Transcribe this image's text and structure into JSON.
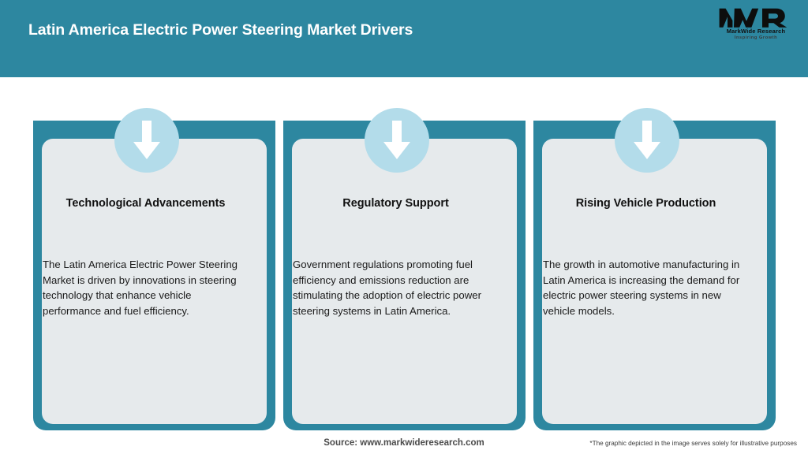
{
  "header": {
    "title": "Latin America Electric Power Steering Market Drivers",
    "background_color": "#2d87a0",
    "title_color": "#ffffff",
    "logo": {
      "mark": "MWR",
      "name": "MarkWide Research",
      "tagline": "Inspiring Growth"
    }
  },
  "theme": {
    "teal": "#2d87a0",
    "card_bg": "#e6eaec",
    "circle_blue": "#b3dcea",
    "arrow_white": "#ffffff"
  },
  "cards": [
    {
      "icon": "down-arrow-icon",
      "title": "Technological Advancements",
      "body": "The Latin America Electric Power Steering Market is driven by innovations in steering technology that enhance vehicle performance and fuel efficiency."
    },
    {
      "icon": "down-arrow-icon",
      "title": "Regulatory Support",
      "body": "Government regulations promoting fuel efficiency and emissions reduction are stimulating the adoption of electric power steering systems in Latin America."
    },
    {
      "icon": "down-arrow-icon",
      "title": "Rising Vehicle Production",
      "body": "The growth in automotive manufacturing in Latin America is increasing the demand for electric power steering systems in new vehicle models."
    }
  ],
  "footer": {
    "source": "Source: www.markwideresearch.com",
    "disclaimer": "*The graphic depicted in the image serves solely for illustrative purposes"
  }
}
